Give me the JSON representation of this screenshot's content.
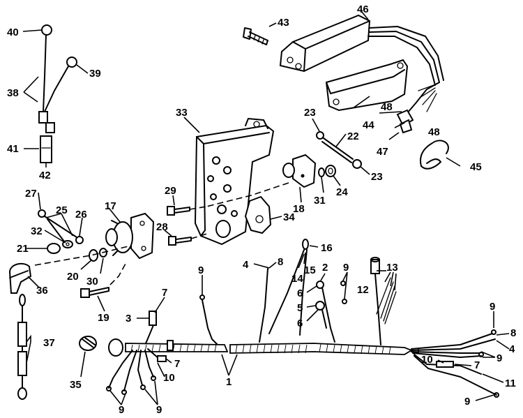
{
  "labels": {
    "l40": "40",
    "l39": "39",
    "l38": "38",
    "l41": "41",
    "l42": "42",
    "l43": "43",
    "l46": "46",
    "l48a": "48",
    "l48b": "48",
    "l44": "44",
    "l47": "47",
    "l45": "45",
    "l23a": "23",
    "l22": "22",
    "l23b": "23",
    "l24": "24",
    "l31": "31",
    "l18": "18",
    "l33": "33",
    "l29": "29",
    "l34": "34",
    "l28": "28",
    "l27": "27",
    "l25": "25",
    "l26": "26",
    "l17": "17",
    "l32": "32",
    "l21": "21",
    "l36": "36",
    "l20": "20",
    "l30": "30",
    "l19": "19",
    "l37": "37",
    "l35": "35",
    "l16": "16",
    "l15": "15",
    "l14": "14",
    "l4a": "4",
    "l8a": "8",
    "l9a": "9",
    "l2": "2",
    "l9b": "9",
    "l6a": "6",
    "l5": "5",
    "l6b": "6",
    "l13": "13",
    "l12": "12",
    "l7a": "7",
    "l3": "3",
    "l7b": "7",
    "l10a": "10",
    "l1": "1",
    "l9c": "9",
    "l9d": "9",
    "l9e": "9",
    "l8b": "8",
    "l4b": "4",
    "l9f": "9",
    "l10b": "10",
    "l7c": "7",
    "l11": "11",
    "l9g": "9"
  }
}
